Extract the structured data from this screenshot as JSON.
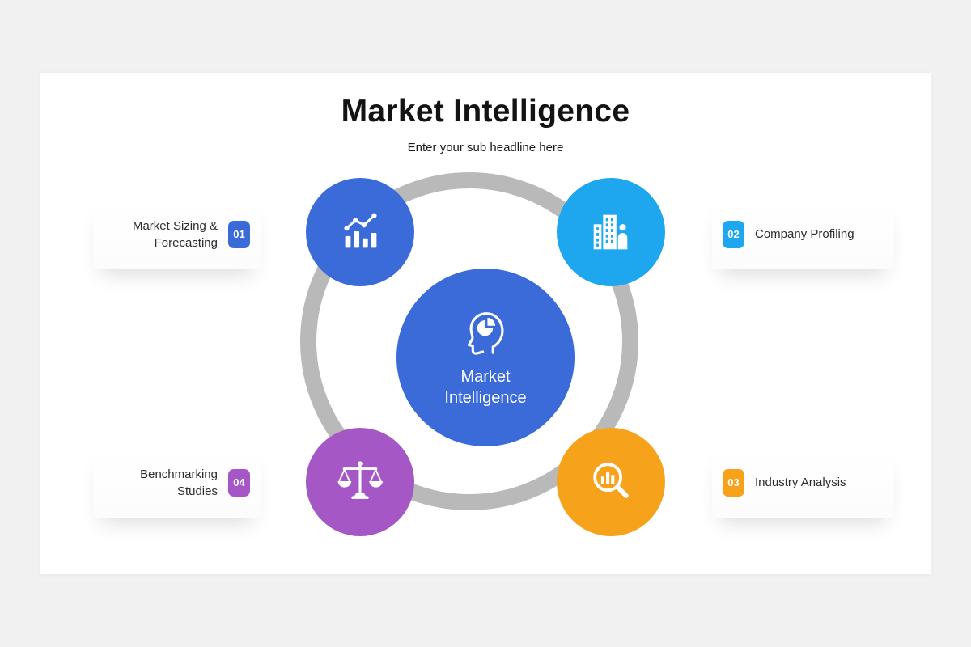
{
  "slide": {
    "title": "Market Intelligence",
    "subtitle": "Enter your sub headline here"
  },
  "center": {
    "lines": [
      "Market",
      "Intelligence"
    ],
    "color": "#3a6bd8",
    "icon": "head-pie-icon"
  },
  "ring": {
    "color": "#b9b9b9"
  },
  "nodes": [
    {
      "number": "01",
      "label": "Market Sizing & Forecasting",
      "lines": [
        "Market Sizing &",
        "Forecasting"
      ],
      "color": "#3a6bd8",
      "icon": "line-bar-chart-icon",
      "position": "top-left"
    },
    {
      "number": "02",
      "label": "Company Profiling",
      "lines": [
        "Company Profiling"
      ],
      "color": "#1ea7ef",
      "icon": "buildings-person-icon",
      "position": "top-right"
    },
    {
      "number": "03",
      "label": "Industry Analysis",
      "lines": [
        "Industry Analysis"
      ],
      "color": "#f6a21b",
      "icon": "magnifier-bar-chart-icon",
      "position": "bottom-right"
    },
    {
      "number": "04",
      "label": "Benchmarking Studies",
      "lines": [
        "Benchmarking",
        "Studies"
      ],
      "color": "#a558c5",
      "icon": "balance-scale-icon",
      "position": "bottom-left"
    }
  ]
}
